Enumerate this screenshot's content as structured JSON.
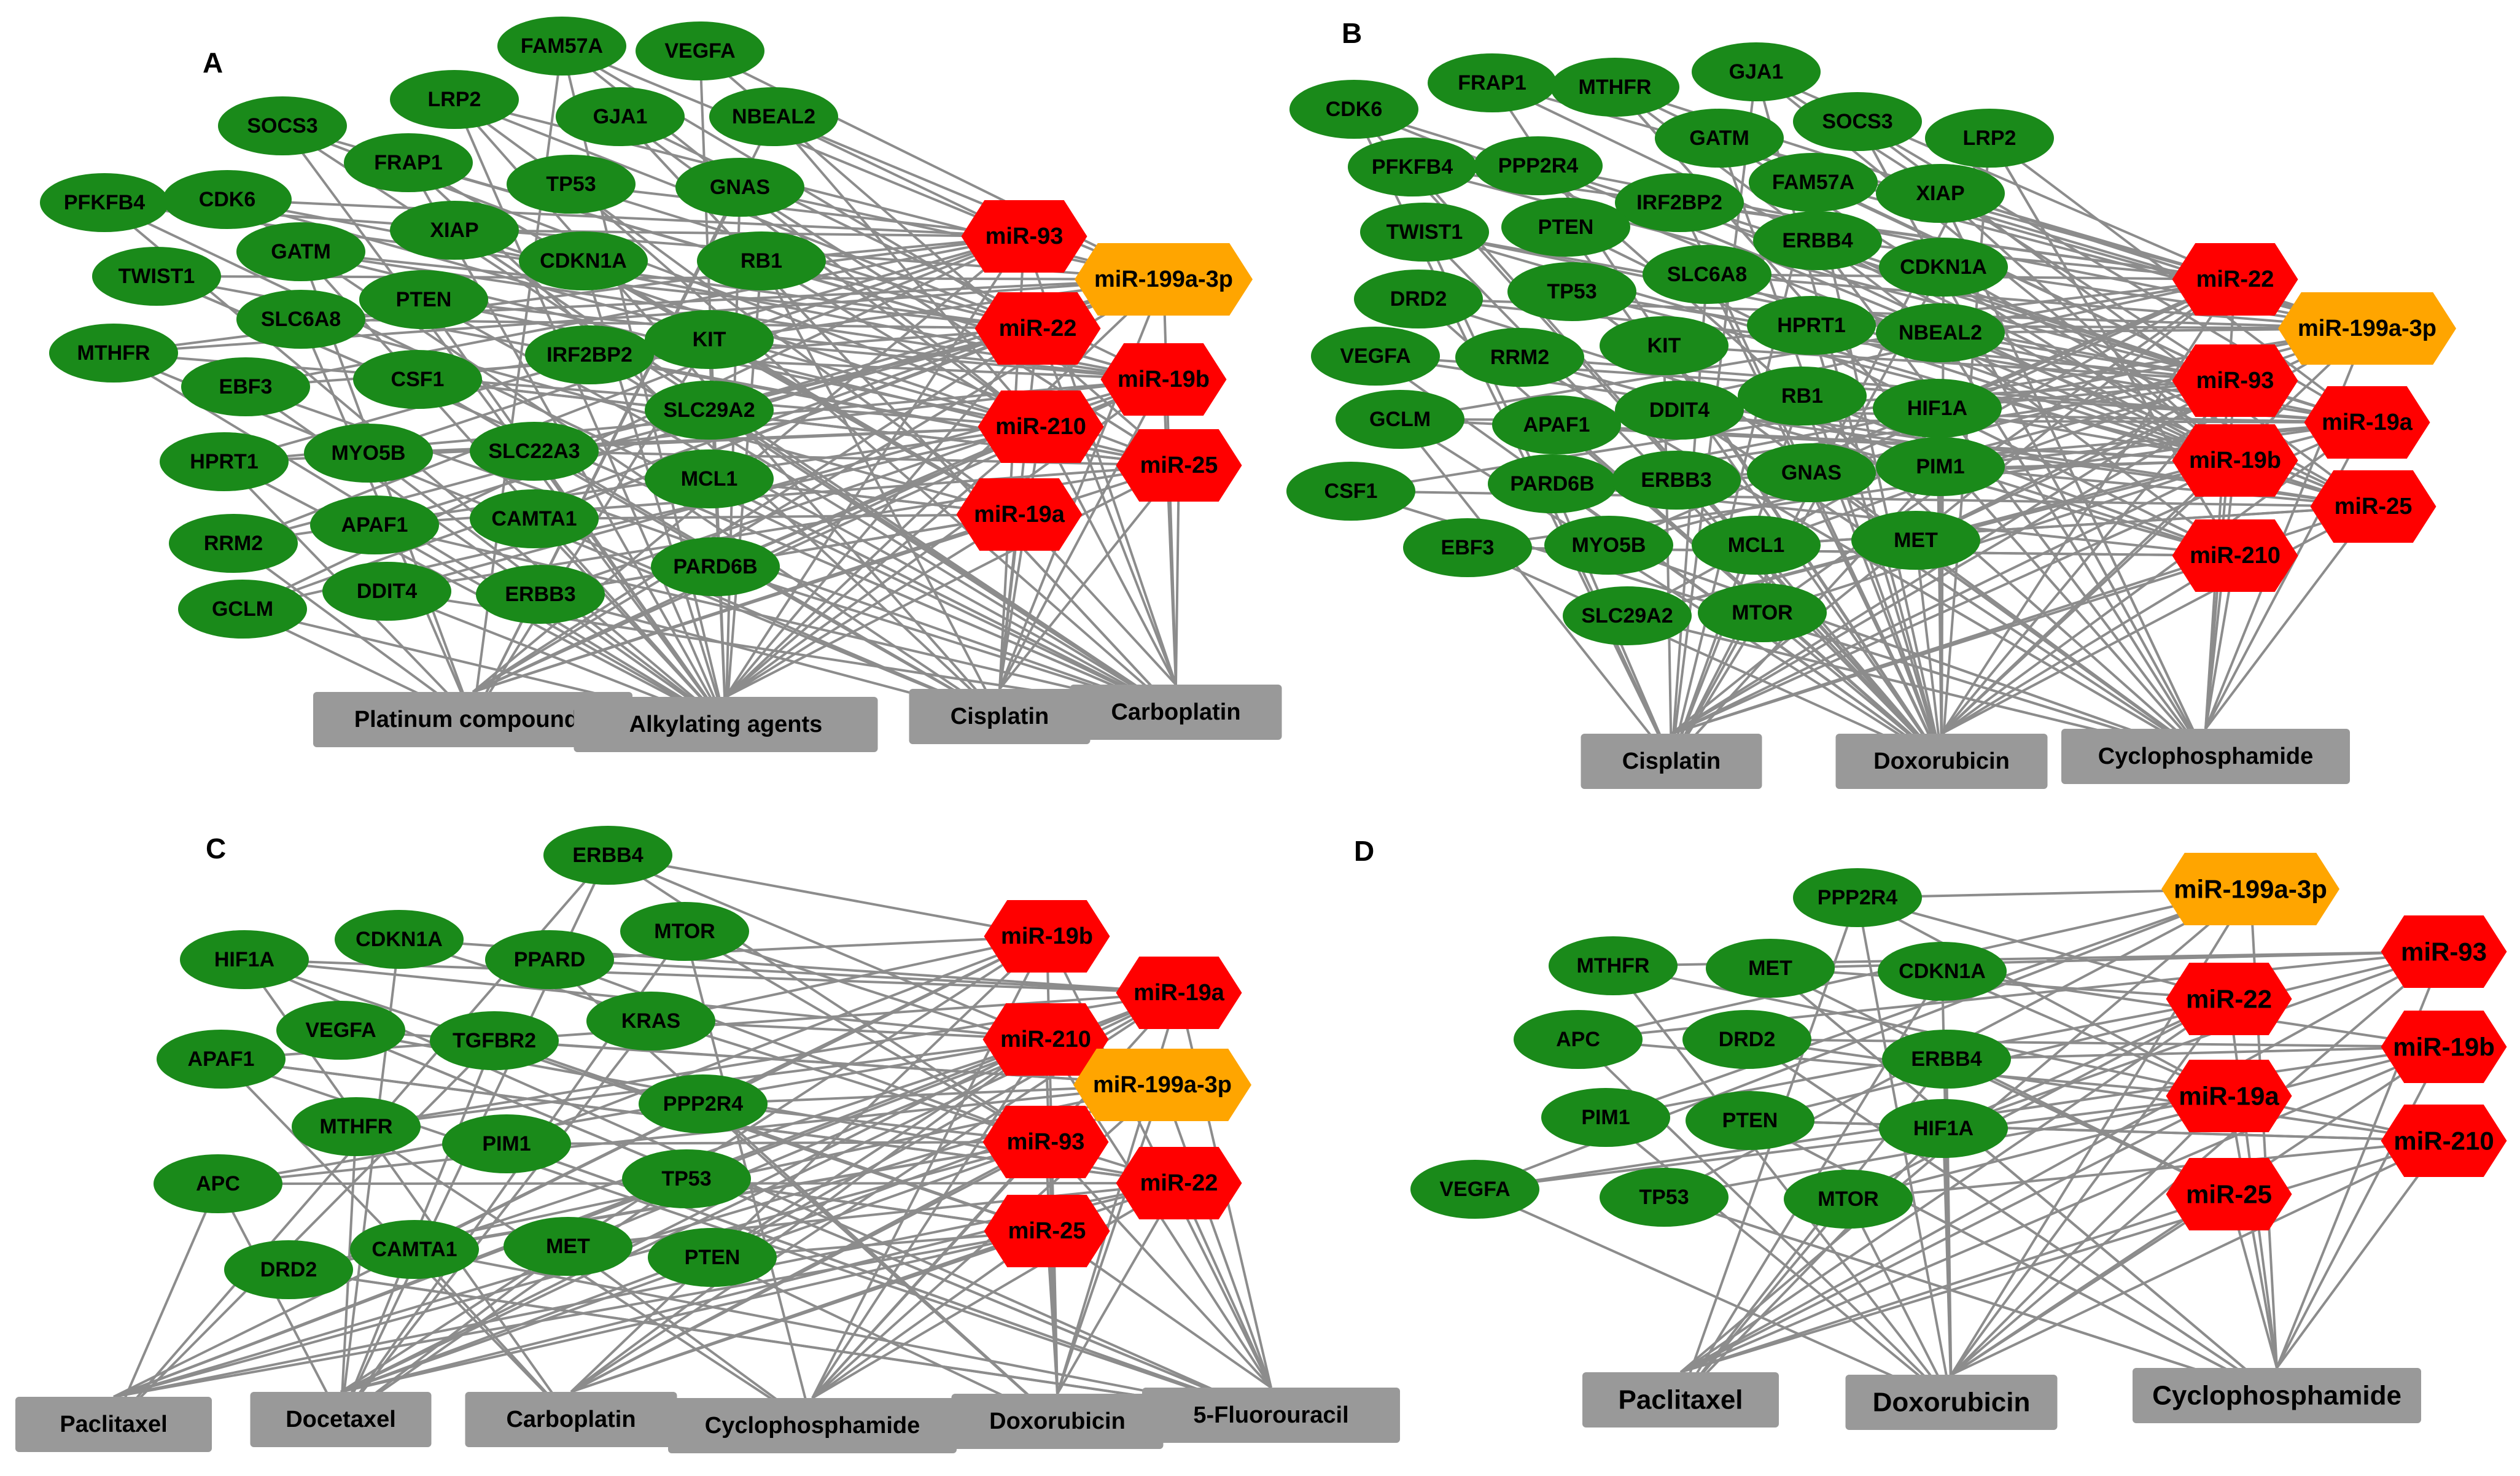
{
  "colors": {
    "gene": "#1a8a1a",
    "mirna": "#ff0000",
    "mirna_highlight": "#ffa500",
    "drug": "#999999",
    "edge": "#8c8c8c"
  },
  "panels": [
    {
      "letter": "A",
      "genes": [
        "FAM57A",
        "VEGFA",
        "LRP2",
        "GJA1",
        "NBEAL2",
        "SOCS3",
        "FRAP1",
        "TP53",
        "GNAS",
        "PFKFB4",
        "CDK6",
        "XIAP",
        "GATM",
        "CDKN1A",
        "RB1",
        "TWIST1",
        "SLC6A8",
        "PTEN",
        "MTHFR",
        "IRF2BP2",
        "KIT",
        "EBF3",
        "CSF1",
        "SLC29A2",
        "HPRT1",
        "MYO5B",
        "SLC22A3",
        "MCL1",
        "RRM2",
        "APAF1",
        "CAMTA1",
        "PARD6B",
        "GCLM",
        "DDIT4",
        "ERBB3"
      ],
      "mirnas": [
        "miR-93",
        "miR-199a-3p",
        "miR-22",
        "miR-19b",
        "miR-210",
        "miR-25",
        "miR-19a"
      ],
      "drugs": [
        "Platinum compounds",
        "Alkylating agents",
        "Cisplatin",
        "Carboplatin"
      ]
    },
    {
      "letter": "B",
      "genes": [
        "GJA1",
        "FRAP1",
        "MTHFR",
        "CDK6",
        "GATM",
        "SOCS3",
        "LRP2",
        "PFKFB4",
        "PPP2R4",
        "FAM57A",
        "IRF2BP2",
        "XIAP",
        "TWIST1",
        "PTEN",
        "ERBB4",
        "CDKN1A",
        "DRD2",
        "TP53",
        "SLC6A8",
        "VEGFA",
        "RRM2",
        "KIT",
        "HPRT1",
        "NBEAL2",
        "GCLM",
        "APAF1",
        "DDIT4",
        "RB1",
        "HIF1A",
        "CSF1",
        "PARD6B",
        "ERBB3",
        "GNAS",
        "PIM1",
        "EBF3",
        "MYO5B",
        "MCL1",
        "MET",
        "SLC29A2",
        "MTOR"
      ],
      "mirnas": [
        "miR-22",
        "miR-199a-3p",
        "miR-93",
        "miR-19a",
        "miR-19b",
        "miR-25",
        "miR-210"
      ],
      "drugs": [
        "Cisplatin",
        "Doxorubicin",
        "Cyclophosphamide"
      ]
    },
    {
      "letter": "C",
      "genes": [
        "ERBB4",
        "CDKN1A",
        "HIF1A",
        "MTOR",
        "PPARD",
        "VEGFA",
        "TGFBR2",
        "KRAS",
        "APAF1",
        "MTHFR",
        "PPP2R4",
        "PIM1",
        "APC",
        "TP53",
        "CAMTA1",
        "MET",
        "PTEN",
        "DRD2"
      ],
      "mirnas": [
        "miR-19b",
        "miR-19a",
        "miR-210",
        "miR-199a-3p",
        "miR-93",
        "miR-22",
        "miR-25"
      ],
      "drugs": [
        "Paclitaxel",
        "Docetaxel",
        "Carboplatin",
        "Cyclophosphamide",
        "Doxorubicin",
        "5-Fluorouracil"
      ]
    },
    {
      "letter": "D",
      "genes": [
        "PPP2R4",
        "MTHFR",
        "MET",
        "CDKN1A",
        "APC",
        "DRD2",
        "ERBB4",
        "PIM1",
        "PTEN",
        "HIF1A",
        "VEGFA",
        "TP53",
        "MTOR"
      ],
      "mirnas": [
        "miR-199a-3p",
        "miR-93",
        "miR-22",
        "miR-19b",
        "miR-19a",
        "miR-210",
        "miR-25"
      ],
      "drugs": [
        "Paclitaxel",
        "Doxorubicin",
        "Cyclophosphamide"
      ]
    }
  ]
}
